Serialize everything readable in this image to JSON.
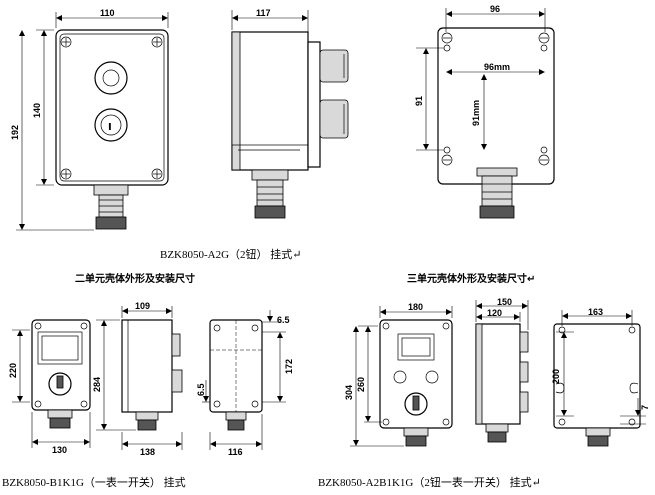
{
  "dims": {
    "d110": "110",
    "d140": "140",
    "d192": "192",
    "d117": "117",
    "d96": "96",
    "d96mm": "96mm",
    "d91": "91",
    "d91mm": "91mm",
    "d109": "109",
    "d220": "220",
    "d284": "284",
    "d130": "130",
    "d138": "138",
    "d6_5a": "6.5",
    "d172": "172",
    "d6_5b": "6.5",
    "d116": "116",
    "d180": "180",
    "d304": "304",
    "d260": "260",
    "d150": "150",
    "d120": "120",
    "d163": "163",
    "d200": "200",
    "d7": "7"
  },
  "captions": {
    "a2g": "BZK8050-A2G（2钮） 挂式↵",
    "heading_two": "二单元壳体外形及安装尺寸",
    "heading_three": "三单元壳体外形及安装尺寸↵",
    "b1k1g": "BZK8050-B1K1G（一表一开关） 挂式",
    "a2b1k1g": "BZK8050-A2B1K1G（2钮一表一开关） 挂式↵"
  },
  "indicator_text": "I"
}
